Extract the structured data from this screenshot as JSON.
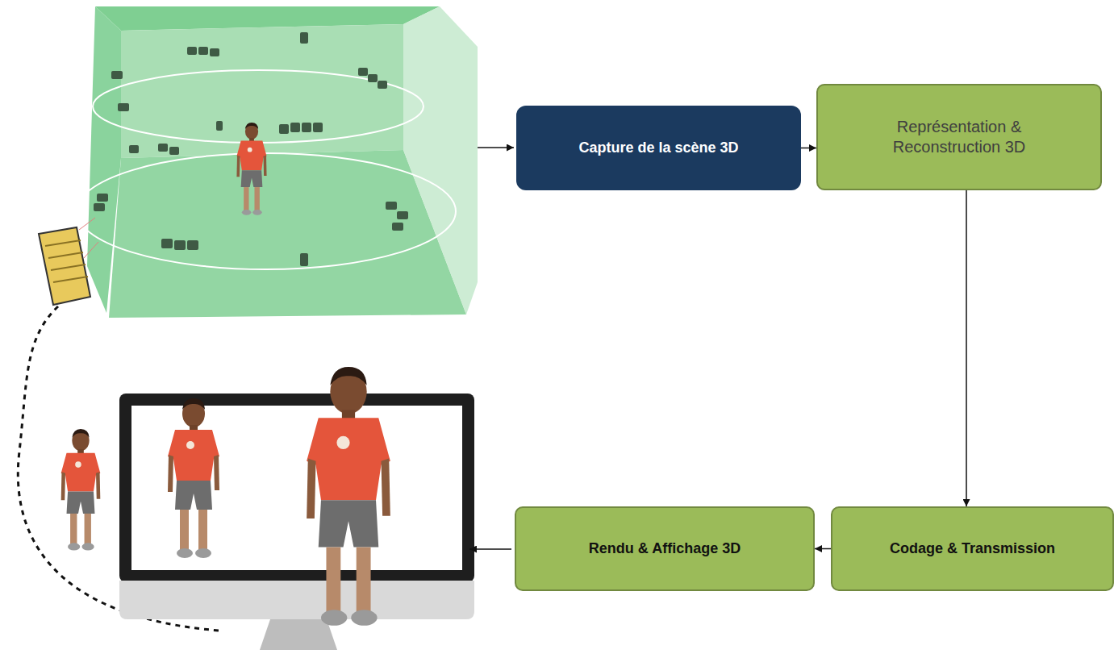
{
  "diagram": {
    "nodes": [
      {
        "text": [
          "Capture de la scène 3D"
        ]
      },
      {
        "text": [
          "Représentation & Reconstruction 3D"
        ]
      },
      {
        "text": [
          "Codage & Transmission"
        ]
      },
      {
        "text": [
          "Rendu & Affichage 3D"
        ]
      }
    ],
    "edges": [
      {
        "from": 0,
        "to": 1,
        "arrow": "to"
      },
      {
        "from": 1,
        "to": 2,
        "arrow": "to"
      },
      {
        "from": 2,
        "to": 3,
        "arrow": "to"
      }
    ]
  }
}
